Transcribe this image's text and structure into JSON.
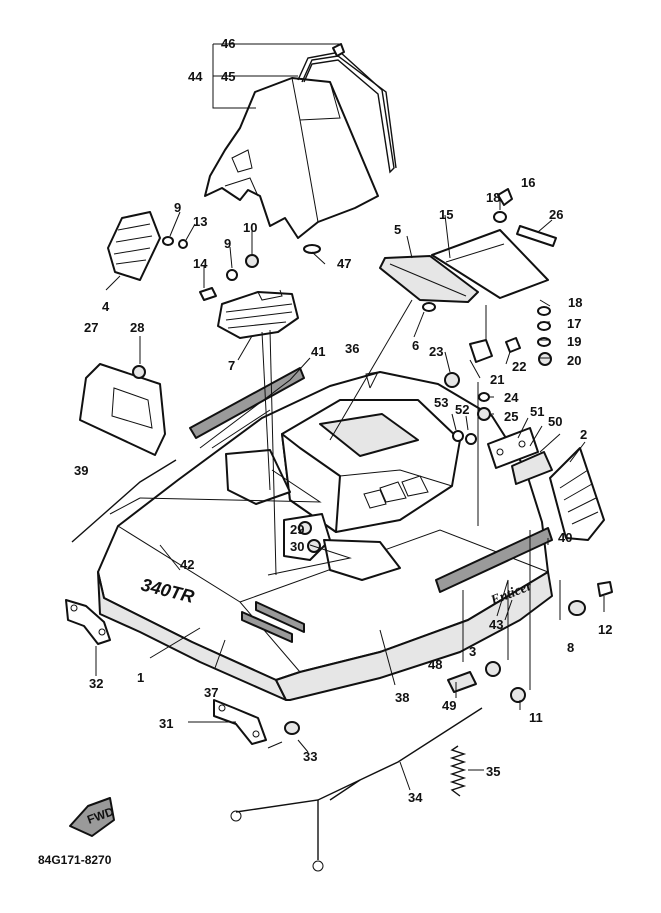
{
  "diagram": {
    "part_numbers": {
      "p1": "1",
      "p2": "2",
      "p3": "3",
      "p4": "4",
      "p5": "5",
      "p6": "6",
      "p7": "7",
      "p8": "8",
      "p9a": "9",
      "p9b": "9",
      "p10": "10",
      "p11": "11",
      "p12": "12",
      "p13": "13",
      "p14": "14",
      "p15": "15",
      "p16": "16",
      "p17": "17",
      "p18a": "18",
      "p18b": "18",
      "p19": "19",
      "p20": "20",
      "p21": "21",
      "p22": "22",
      "p23": "23",
      "p24": "24",
      "p25": "25",
      "p26": "26",
      "p27": "27",
      "p28": "28",
      "p29": "29",
      "p30": "30",
      "p31": "31",
      "p32": "32",
      "p33": "33",
      "p34": "34",
      "p35": "35",
      "p36": "36",
      "p37": "37",
      "p38": "38",
      "p39": "39",
      "p40": "40",
      "p41": "41",
      "p42": "42",
      "p43": "43",
      "p44": "44",
      "p45": "45",
      "p46": "46",
      "p47": "47",
      "p48": "48",
      "p49": "49",
      "p50": "50",
      "p51": "51",
      "p52": "52",
      "p53": "53"
    },
    "decal_model": "340TR",
    "decal_brand": "Enticer",
    "fwd_arrow": "FWD",
    "catalog_code": "84G171-8270"
  }
}
